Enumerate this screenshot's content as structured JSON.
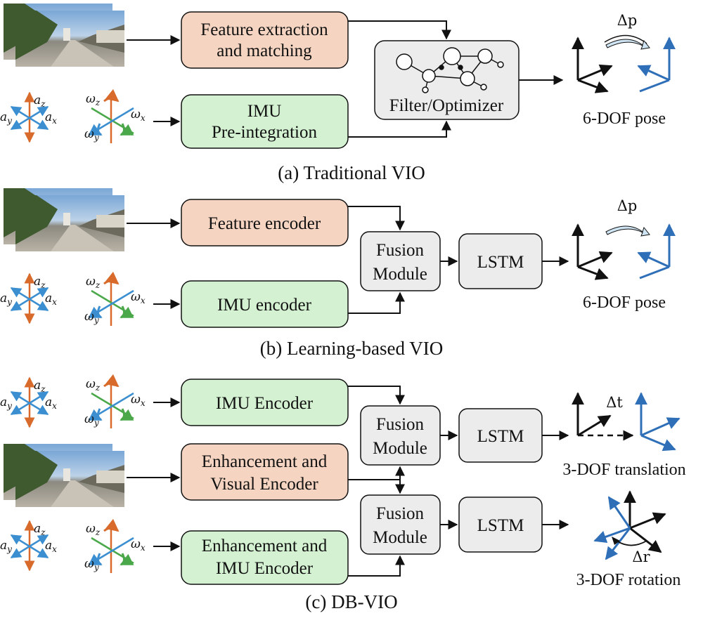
{
  "colors": {
    "visual_box": "#f5d5c2",
    "imu_box": "#d4f2d2",
    "fusion_box": "#ececec",
    "accel_x": "#3b8fd1",
    "accel_z": "#d86a2b",
    "gyro_x": "#4aa84a",
    "frame_blue": "#2f6fb8"
  },
  "symbols": {
    "a_z": "a",
    "a_z_sub": "z",
    "a_y": "a",
    "a_y_sub": "y",
    "a_x": "a",
    "a_x_sub": "x",
    "w_z": "ω",
    "w_z_sub": "z",
    "w_x": "ω",
    "w_x_sub": "x",
    "w_y": "ω",
    "w_y_sub": "y"
  },
  "panel_a": {
    "caption": "(a) Traditional VIO",
    "feature_box": [
      "Feature extraction",
      "and matching"
    ],
    "imu_box": [
      "IMU",
      "Pre-integration"
    ],
    "optimizer_label": "Filter/Optimizer",
    "delta": "Δp",
    "output": "6-DOF pose"
  },
  "panel_b": {
    "caption": "(b) Learning-based VIO",
    "feature_box": "Feature encoder",
    "imu_box": "IMU encoder",
    "fusion": [
      "Fusion",
      "Module"
    ],
    "lstm": "LSTM",
    "delta": "Δp",
    "output": "6-DOF pose"
  },
  "panel_c": {
    "caption": "(c) DB-VIO",
    "imu_box_top": "IMU Encoder",
    "visual_box": [
      "Enhancement and",
      "Visual Encoder"
    ],
    "imu_box_bottom": [
      "Enhancement and",
      "IMU Encoder"
    ],
    "fusion_top": [
      "Fusion",
      "Module"
    ],
    "fusion_bottom": [
      "Fusion",
      "Module"
    ],
    "lstm_top": "LSTM",
    "lstm_bottom": "LSTM",
    "delta_t": "Δt",
    "delta_r": "Δr",
    "output_translation": "3-DOF translation",
    "output_rotation": "3-DOF rotation"
  }
}
